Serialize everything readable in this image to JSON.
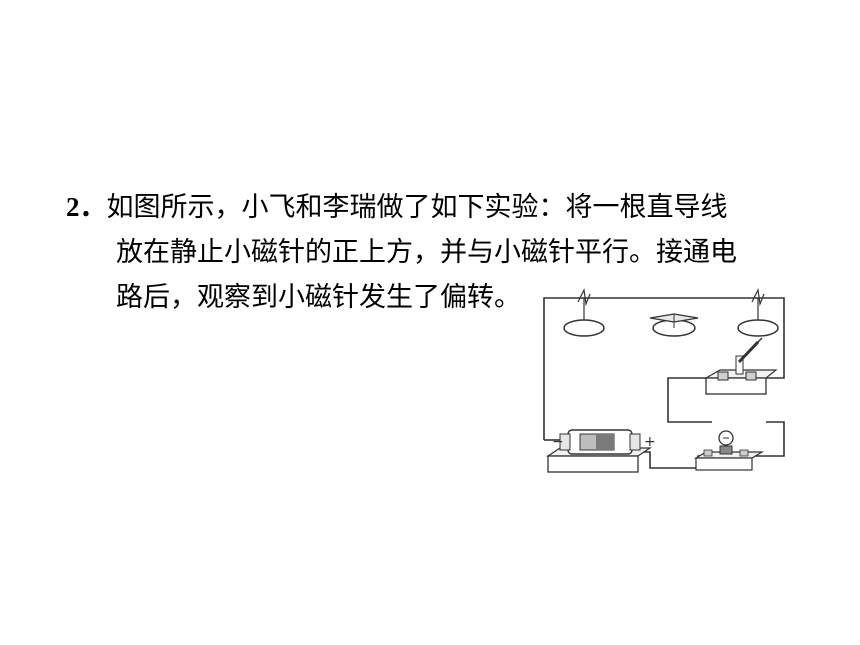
{
  "question": {
    "number": "2．",
    "line1": "如图所示，小飞和李瑞做了如下实验：将一根直导线",
    "line2": "放在静止小磁针的正上方，并与小磁针平行。接通电",
    "line3": "路后，观察到小磁针发生了偏转。"
  },
  "figure": {
    "battery_minus": "−",
    "battery_plus": "+"
  }
}
